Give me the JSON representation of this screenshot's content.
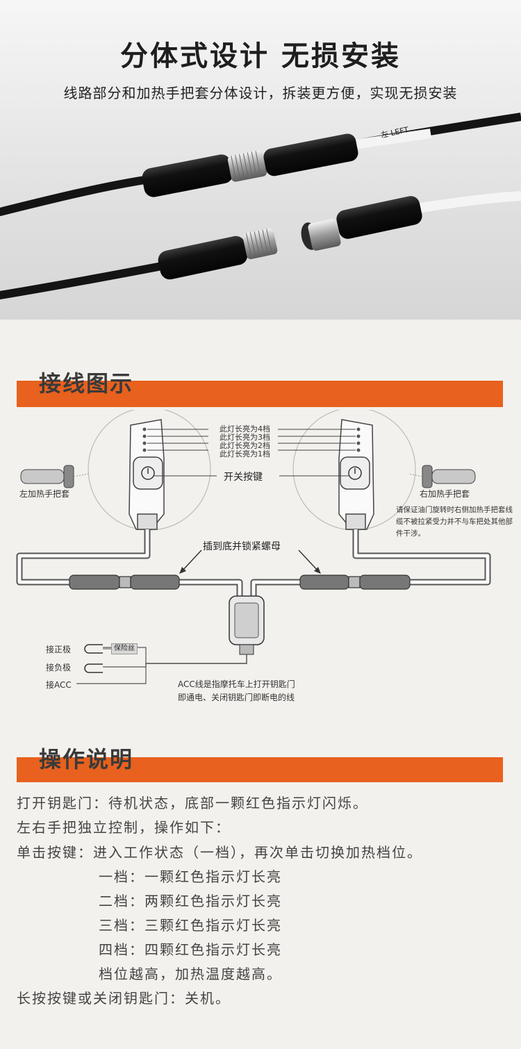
{
  "hero": {
    "title": "分体式设计  无损安装",
    "subtitle": "线路部分和加热手把套分体设计，拆装更方便，实现无损安装",
    "cable_print": "左 LEFT"
  },
  "wiring": {
    "section_title": "接线图示",
    "levels": [
      "此灯长亮为4档",
      "此灯长亮为3档",
      "此灯长亮为2档",
      "此灯长亮为1档"
    ],
    "switch_label": "开关按键",
    "left_grip": "左加热手把套",
    "right_grip": "右加热手把套",
    "right_note": "请保证油门旋转时右侧加热手把套线缆不被拉紧受力并不与车把处其他部件干涉。",
    "plug_label": "插到底并锁紧螺母",
    "positive": "接正极",
    "negative": "接负极",
    "acc": "接ACC",
    "fuse": "保险丝",
    "acc_note_line1": "ACC线是指摩托车上打开钥匙门",
    "acc_note_line2": "即通电、关闭钥匙门即断电的线"
  },
  "operation": {
    "section_title": "操作说明",
    "lines": [
      "打开钥匙门：待机状态，底部一颗红色指示灯闪烁。",
      "左右手把独立控制，操作如下：",
      "单击按键：进入工作状态（一档），再次单击切换加热档位。",
      "一档：一颗红色指示灯长亮",
      "二档：两颗红色指示灯长亮",
      "三档：三颗红色指示灯长亮",
      "四档：四颗红色指示灯长亮",
      "档位越高，加热温度越高。",
      "长按按键或关闭钥匙门：关机。"
    ]
  },
  "colors": {
    "accent": "#e8611e",
    "background": "#f3f1ed"
  }
}
